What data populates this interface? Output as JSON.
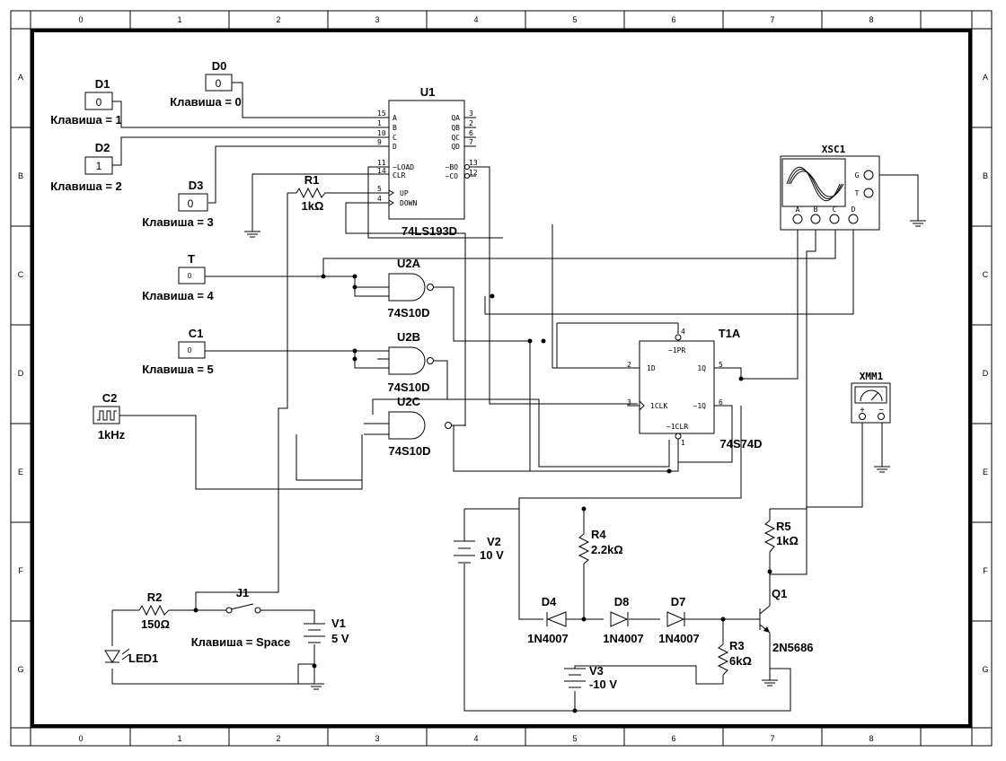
{
  "border": {
    "columns": [
      "0",
      "1",
      "2",
      "3",
      "4",
      "5",
      "6",
      "7",
      "8"
    ],
    "rows": [
      "A",
      "B",
      "C",
      "D",
      "E",
      "F",
      "G"
    ]
  },
  "switches": [
    {
      "name": "D0",
      "value": "0",
      "key": "Клавиша = 0"
    },
    {
      "name": "D1",
      "value": "0",
      "key": "Клавиша = 1"
    },
    {
      "name": "D2",
      "value": "1",
      "key": "Клавиша = 2"
    },
    {
      "name": "D3",
      "value": "0",
      "key": "Клавиша = 3"
    },
    {
      "name": "T",
      "value": "0",
      "key": "Клавиша = 4"
    },
    {
      "name": "C1",
      "value": "0",
      "key": "Клавиша = 5"
    }
  ],
  "counter": {
    "name": "U1",
    "part": "74LS193D",
    "left_pins": [
      {
        "num": "15",
        "label": "A"
      },
      {
        "num": "1",
        "label": "B"
      },
      {
        "num": "10",
        "label": "C"
      },
      {
        "num": "9",
        "label": "D"
      },
      {
        "num": "11",
        "label": "~LOAD"
      },
      {
        "num": "14",
        "label": "CLR"
      },
      {
        "num": "5",
        "label": "UP"
      },
      {
        "num": "4",
        "label": "DOWN"
      }
    ],
    "right_pins": [
      {
        "num": "3",
        "label": "QA"
      },
      {
        "num": "2",
        "label": "QB"
      },
      {
        "num": "6",
        "label": "QC"
      },
      {
        "num": "7",
        "label": "QD"
      },
      {
        "num": "13",
        "label": "~BO"
      },
      {
        "num": "12",
        "label": "~CO"
      }
    ]
  },
  "gates": [
    {
      "name": "U2A",
      "part": "74S10D"
    },
    {
      "name": "U2B",
      "part": "74S10D"
    },
    {
      "name": "U2C",
      "part": "74S10D"
    }
  ],
  "flipflop": {
    "name": "T1A",
    "part": "74S74D",
    "pins": {
      "pr": "~1PR",
      "d": "1D",
      "clk": "1CLK",
      "q": "1Q",
      "qn": "~1Q",
      "clr": "~1CLR"
    },
    "nums": {
      "pr": "4",
      "d": "2",
      "clk": "3",
      "q": "5",
      "qn": "6",
      "clr": "1"
    }
  },
  "clock": {
    "name": "C2",
    "freq": "1kHz"
  },
  "scope": {
    "name": "XSC1",
    "inputs": [
      "A",
      "B",
      "C",
      "D"
    ],
    "side": [
      "G",
      "T"
    ]
  },
  "meter": {
    "name": "XMM1",
    "plus": "+",
    "minus": "−"
  },
  "r1": {
    "name": "R1",
    "value": "1kΩ"
  },
  "r2": {
    "name": "R2",
    "value": "150Ω"
  },
  "r3": {
    "name": "R3",
    "value": "6kΩ"
  },
  "r4": {
    "name": "R4",
    "value": "2.2kΩ"
  },
  "r5": {
    "name": "R5",
    "value": "1kΩ"
  },
  "led": {
    "name": "LED1"
  },
  "j1": {
    "name": "J1",
    "key": "Клавиша = Space"
  },
  "v1": {
    "name": "V1",
    "value": "5 V"
  },
  "v2": {
    "name": "V2",
    "value": "10 V"
  },
  "v3": {
    "name": "V3",
    "value": "-10 V"
  },
  "d4": {
    "name": "D4",
    "part": "1N4007"
  },
  "d8": {
    "name": "D8",
    "part": "1N4007"
  },
  "d7": {
    "name": "D7",
    "part": "1N4007"
  },
  "q1": {
    "name": "Q1",
    "part": "2N5686"
  }
}
